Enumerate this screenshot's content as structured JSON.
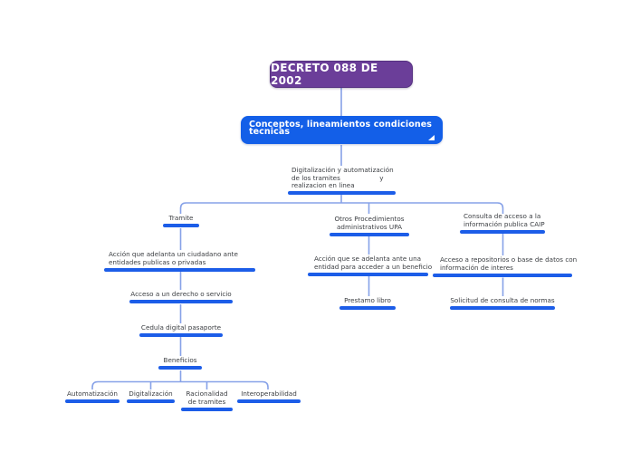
{
  "colors": {
    "root_node_bg": "#6b3e99",
    "branch_node_bg": "#135fe8",
    "underline": "#1c5de8",
    "connector": "#87a2e8",
    "label_text": "#3b3e42"
  },
  "nodes": {
    "decreto": {
      "label": "DECRETO 088 DE 2002"
    },
    "conceptos": {
      "lines": [
        "Conceptos, lineamientos condiciones",
        "tecnicas"
      ]
    },
    "digitalizacion": {
      "lines": [
        "Digitalización y automatización",
        "de los tramites                   y",
        "realizacion en linea"
      ]
    },
    "tramite": {
      "lines": [
        "Tramite"
      ]
    },
    "accion_ciudadano": {
      "lines": [
        "Acción que adelanta un ciudadano ante",
        "entidades publicas o privadas"
      ]
    },
    "acceso_derecho": {
      "lines": [
        "Acceso a un derecho o servicio"
      ]
    },
    "cedula": {
      "lines": [
        "Cedula digital pasaporte"
      ]
    },
    "beneficios": {
      "lines": [
        "Beneficios"
      ]
    },
    "automatizacion": {
      "lines": [
        "Automatización"
      ]
    },
    "digitalizacion_b": {
      "lines": [
        "Digitalización"
      ]
    },
    "racionalidad": {
      "lines": [
        "Racionalidad",
        "de tramites"
      ]
    },
    "interoperabilidad": {
      "lines": [
        "Interoperabilidad"
      ]
    },
    "otros_upa": {
      "lines": [
        "Otros Procedimientos",
        "administrativos UPA"
      ]
    },
    "accion_entidad": {
      "lines": [
        "Acción que se adelanta ante una",
        "entidad para acceder a un beneficio"
      ]
    },
    "prestamo": {
      "lines": [
        "Prestamo libro"
      ]
    },
    "consulta_caip": {
      "lines": [
        "Consulta de acceso a la",
        "información publica CAIP"
      ]
    },
    "acceso_repositorios": {
      "lines": [
        "Acceso a repositorios o base de datos con",
        "información de interes"
      ]
    },
    "solicitud_normas": {
      "lines": [
        "Solicitud de consulta de normas"
      ]
    }
  }
}
